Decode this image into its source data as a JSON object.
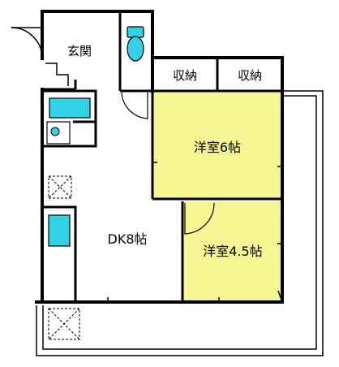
{
  "rooms": {
    "entrance": "玄関",
    "storage_left": "収納",
    "storage_right": "収納",
    "room_6": "洋室6帖",
    "room_45": "洋室4.5帖",
    "dk": "DK8帖"
  },
  "colors": {
    "wall": "#000000",
    "room_fill": "#f5f594",
    "fixture_fill": "#33d1e6",
    "background": "#ffffff"
  },
  "icons": {
    "toilet": "toilet-icon",
    "bathtub": "bathtub-icon",
    "sink": "washbasin-icon",
    "kitchen_sink": "kitchen-sink-icon",
    "ventilation": "ventilation-fan-icon"
  }
}
